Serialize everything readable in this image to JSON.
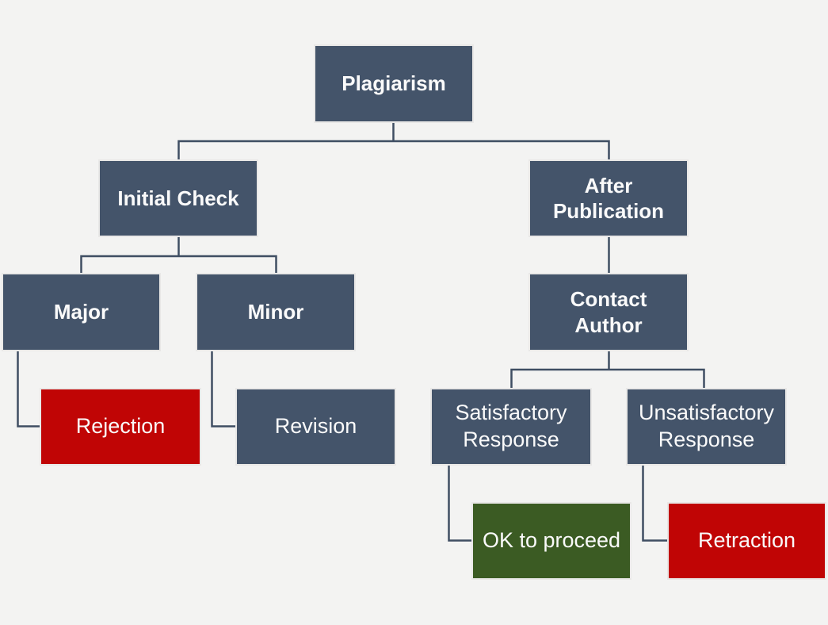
{
  "diagram": {
    "type": "flowchart",
    "root_label": "Plagiarism",
    "colors": {
      "node_slate": "#44546a",
      "node_red": "#c00505",
      "node_green": "#3b5b23",
      "node_text": "#fafafa",
      "connector": "#3f4e63",
      "background": "#f3f3f2"
    },
    "nodes": {
      "plagiarism": {
        "label": "Plagiarism",
        "color": "#44546a"
      },
      "initial_check": {
        "label": "Initial Check",
        "color": "#44546a"
      },
      "after_publication": {
        "label": "After Publication",
        "color": "#44546a"
      },
      "major": {
        "label": "Major",
        "color": "#44546a"
      },
      "minor": {
        "label": "Minor",
        "color": "#44546a"
      },
      "contact_author": {
        "label": "Contact Author",
        "color": "#44546a"
      },
      "rejection": {
        "label": "Rejection",
        "color": "#c00505"
      },
      "revision": {
        "label": "Revision",
        "color": "#44546a"
      },
      "satisfactory": {
        "label": "Satisfactory Response",
        "color": "#44546a"
      },
      "unsatisfactory": {
        "label": "Unsatisfactory Response",
        "color": "#44546a"
      },
      "ok_to_proceed": {
        "label": "OK to proceed",
        "color": "#3b5b23"
      },
      "retraction": {
        "label": "Retraction",
        "color": "#c00505"
      }
    },
    "edges": [
      {
        "from": "plagiarism",
        "to": "initial_check"
      },
      {
        "from": "plagiarism",
        "to": "after_publication"
      },
      {
        "from": "initial_check",
        "to": "major"
      },
      {
        "from": "initial_check",
        "to": "minor"
      },
      {
        "from": "after_publication",
        "to": "contact_author"
      },
      {
        "from": "major",
        "to": "rejection"
      },
      {
        "from": "minor",
        "to": "revision"
      },
      {
        "from": "contact_author",
        "to": "satisfactory"
      },
      {
        "from": "contact_author",
        "to": "unsatisfactory"
      },
      {
        "from": "satisfactory",
        "to": "ok_to_proceed"
      },
      {
        "from": "unsatisfactory",
        "to": "retraction"
      }
    ]
  }
}
